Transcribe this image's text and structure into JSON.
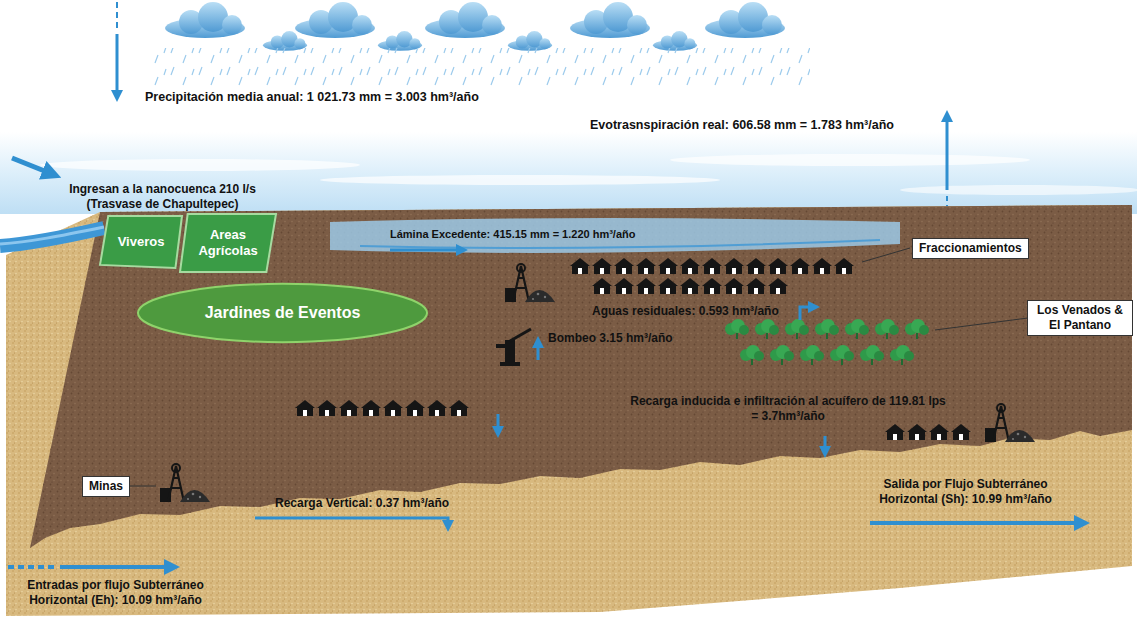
{
  "diagram": {
    "nodes": [
      {
        "text": [
          "Fraccionamientos"
        ]
      },
      {
        "text": [
          "Viveros"
        ]
      },
      {
        "text": [
          "Areas Agrícolas"
        ]
      },
      {
        "text": [
          "Los Venados & El Pantano"
        ]
      },
      {
        "text": [
          "Jardines de Eventos"
        ]
      },
      {
        "text": [
          "Minas"
        ]
      }
    ],
    "labels": [
      "Precipitación media anual: 1 021.73 mm = 3.003 hm³/año",
      "Evotrasnspiración real: 606.58 mm = 1.783 hm³/año",
      "Ingresan a la nanocuenca 210 l/s (Trasvase de Chapultepec)",
      "Lámina Excedente: 415.15 mm = 1.220 hm³/año",
      "Aguas residuales: 0.593 hm³/año",
      "Bombeo 3.15 hm³/año",
      "Recarga inducida e infiltración al acuífero de 119.81 lps = 3.7hm³/año",
      "Recarga Vertical: 0.37 hm³/año",
      "Salida por Flujo Subterráneo Horizontal (Sh): 10.99 hm³/año",
      "Entradas por flujo Subterráneo Horizontal (Eh): 10.09 hm³/año"
    ]
  }
}
